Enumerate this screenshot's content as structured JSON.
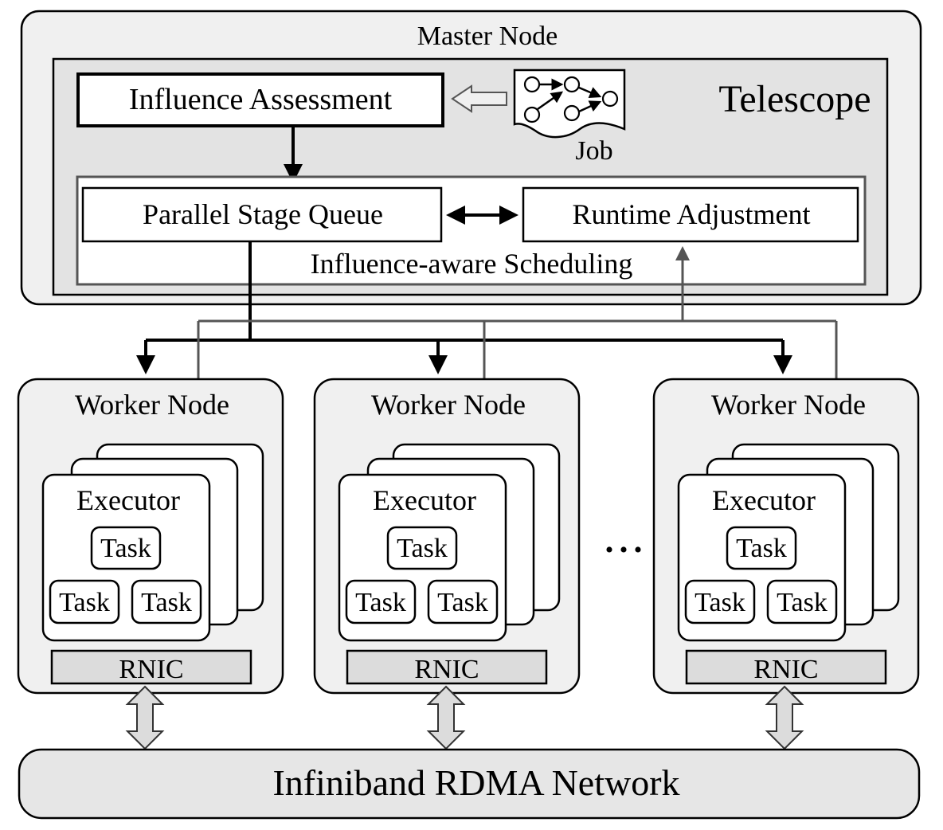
{
  "master": {
    "title": "Master Node",
    "system_name": "Telescope",
    "influence_assessment": "Influence Assessment",
    "job_label": "Job",
    "scheduling": {
      "label": "Influence-aware Scheduling",
      "parallel_stage_queue": "Parallel Stage Queue",
      "runtime_adjustment": "Runtime Adjustment"
    }
  },
  "workers": [
    {
      "title": "Worker Node",
      "executor": "Executor",
      "tasks": [
        "Task",
        "Task",
        "Task"
      ],
      "nic": "RNIC"
    },
    {
      "title": "Worker Node",
      "executor": "Executor",
      "tasks": [
        "Task",
        "Task",
        "Task"
      ],
      "nic": "RNIC"
    },
    {
      "title": "Worker Node",
      "executor": "Executor",
      "tasks": [
        "Task",
        "Task",
        "Task"
      ],
      "nic": "RNIC"
    }
  ],
  "ellipsis": "• • •",
  "network": {
    "label": "Infiniband RDMA Network"
  },
  "colors": {
    "panel": "#f0f0f0",
    "telescope": "#e3e3e3",
    "rnic": "#dcdcdc",
    "network": "#e6e6e6",
    "feedback_line": "#555555",
    "job_arrow": "#f0f0f0"
  }
}
